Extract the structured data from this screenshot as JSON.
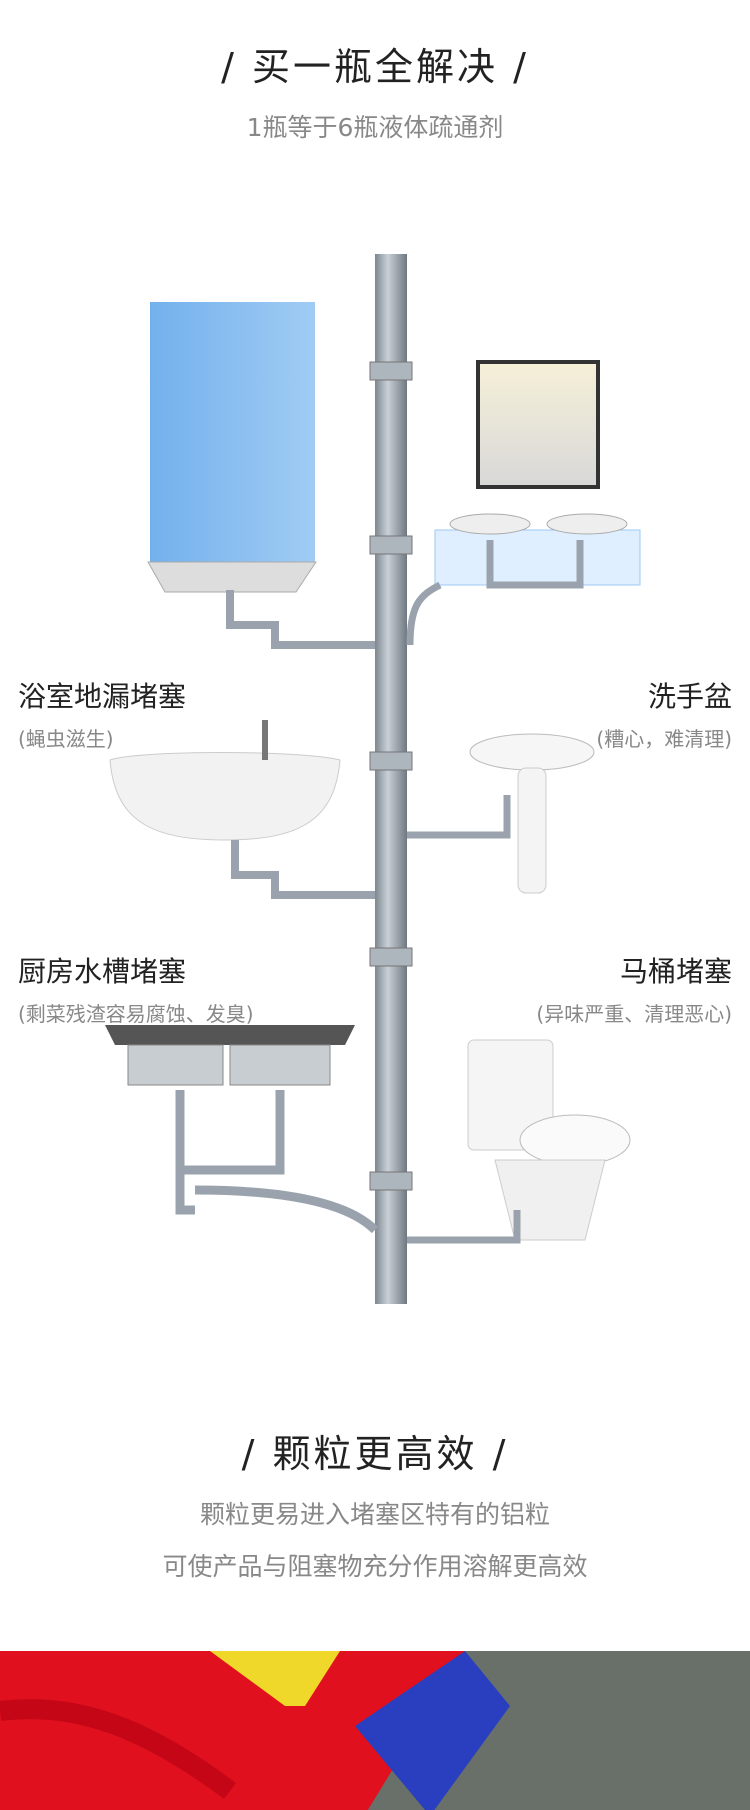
{
  "section1": {
    "title": "/ 买一瓶全解决 /",
    "subtitle": "1瓶等于6瓶液体疏通剂"
  },
  "labels": [
    {
      "title": "浴室地漏堵塞",
      "note": "(蝇虫滋生)"
    },
    {
      "title": "洗手盆",
      "note": "(糟心，难清理)"
    },
    {
      "title": "厨房水槽堵塞",
      "note": "(剩菜残渣容易腐蚀、发臭)"
    },
    {
      "title": "马桶堵塞",
      "note": "(异味严重、清理恶心)"
    }
  ],
  "section2": {
    "title": "/ 颗粒更高效 /",
    "line1": "颗粒更易进入堵塞区特有的铝粒",
    "line2": "可使产品与阻塞物充分作用溶解更高效"
  },
  "colors": {
    "pipe": "#9aa3ad",
    "bottle": "#e0101e",
    "cap": "#2a3fc0",
    "bg": "#6a706c"
  }
}
